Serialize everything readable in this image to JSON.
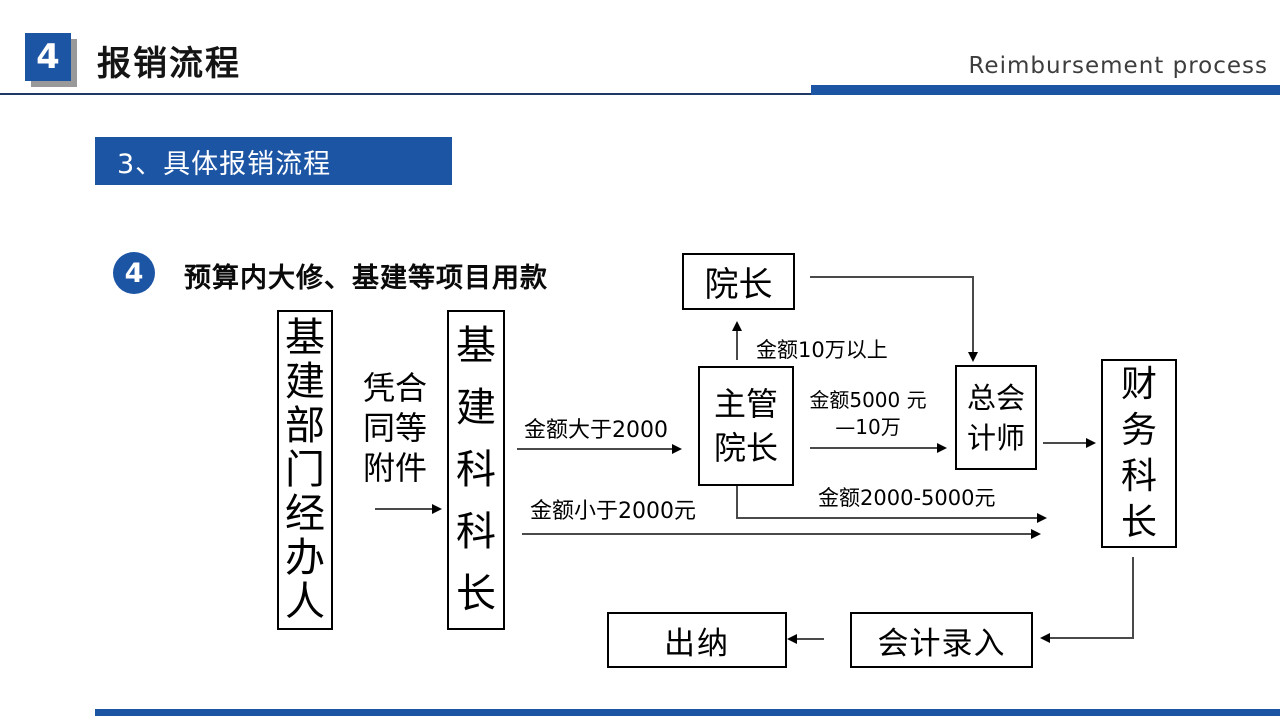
{
  "slide": {
    "header": {
      "number": "4",
      "title": "报销流程",
      "subtitle_en": "Reimbursement process"
    },
    "section_banner": "3、具体报销流程",
    "step": {
      "number": "4",
      "title": "预算内大修、基建等项目用款"
    },
    "colors": {
      "accent_blue": "#1D55A5",
      "divider_navy": "#1F3864",
      "connector_gray": "#4a4a4a",
      "text_black": "#000000"
    },
    "flow": {
      "nodes": {
        "construction_dept_handler": "基建部门经办人",
        "construction_section_chief": "基建科科长",
        "dean": "院长",
        "deputy_dean": "主管院长",
        "chief_accountant": "总会计师",
        "finance_section_chief": "财务科长",
        "cashier": "出纳",
        "accounting_entry": "会计录入"
      },
      "labels": {
        "attachment": "凭合同等附件",
        "amount_gt_2000": "金额大于2000",
        "amount_lt_2000": "金额小于2000元",
        "amount_gt_100k": "金额10万以上",
        "amount_5000_100k": [
          "金额5000",
          "元—10万"
        ],
        "amount_2000_5000": "金额2000-5000元"
      }
    }
  }
}
